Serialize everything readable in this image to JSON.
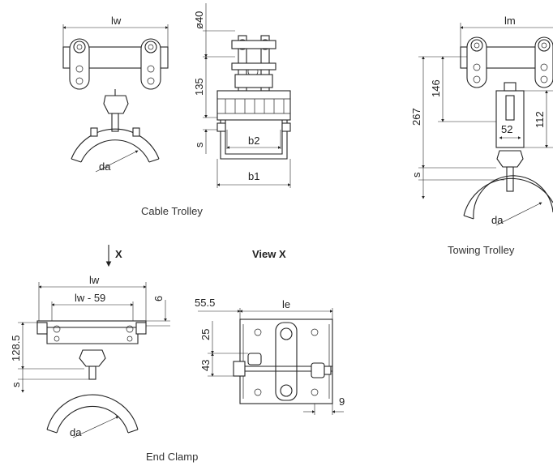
{
  "captions": {
    "cable_trolley": "Cable Trolley",
    "towing_trolley": "Towing Trolley",
    "end_clamp": "End Clamp",
    "view_x": "View X",
    "x_marker": "X"
  },
  "labels": {
    "lw": "lw",
    "lm": "lm",
    "le": "le",
    "da": "da",
    "s": "s",
    "b1": "b1",
    "b2": "b2",
    "lw_minus": "lw - 59",
    "d40": "ø40",
    "d135": "135",
    "d146": "146",
    "d267": "267",
    "d112": "112",
    "d52": "52",
    "d128_5": "128.5",
    "d6": "6",
    "d55_5": "55.5",
    "d25": "25",
    "d43": "43",
    "d9": "9"
  }
}
